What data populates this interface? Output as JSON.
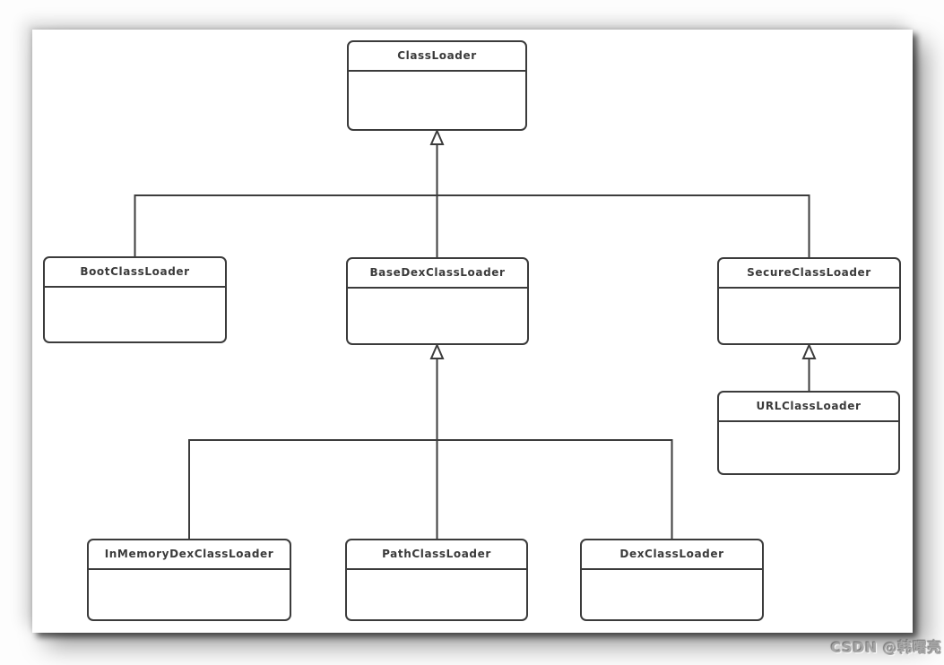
{
  "diagram": {
    "type": "uml-class-diagram",
    "subject": "ClassLoader inheritance hierarchy",
    "nodes": [
      {
        "id": "classloader",
        "label": "ClassLoader"
      },
      {
        "id": "bootclassloader",
        "label": "BootClassLoader"
      },
      {
        "id": "basedexclassloader",
        "label": "BaseDexClassLoader"
      },
      {
        "id": "secureclassloader",
        "label": "SecureClassLoader"
      },
      {
        "id": "urlclassloader",
        "label": "URLClassLoader"
      },
      {
        "id": "inmemorydexclassloader",
        "label": "InMemoryDexClassLoader"
      },
      {
        "id": "pathclassloader",
        "label": "PathClassLoader"
      },
      {
        "id": "dexclassloader",
        "label": "DexClassLoader"
      }
    ],
    "edges": [
      {
        "from": "BootClassLoader",
        "to": "ClassLoader",
        "type": "generalization"
      },
      {
        "from": "BaseDexClassLoader",
        "to": "ClassLoader",
        "type": "generalization"
      },
      {
        "from": "SecureClassLoader",
        "to": "ClassLoader",
        "type": "generalization"
      },
      {
        "from": "URLClassLoader",
        "to": "SecureClassLoader",
        "type": "generalization"
      },
      {
        "from": "InMemoryDexClassLoader",
        "to": "BaseDexClassLoader",
        "type": "generalization"
      },
      {
        "from": "PathClassLoader",
        "to": "BaseDexClassLoader",
        "type": "generalization"
      },
      {
        "from": "DexClassLoader",
        "to": "BaseDexClassLoader",
        "type": "generalization"
      }
    ],
    "colors": {
      "line": "#3c3c3c",
      "box_border": "#3b3b3b",
      "box_fill": "#ffffff",
      "text": "#3a3a3a",
      "page_background": "#ffffff"
    }
  },
  "watermark": {
    "text": "CSDN @韩曙亮"
  }
}
